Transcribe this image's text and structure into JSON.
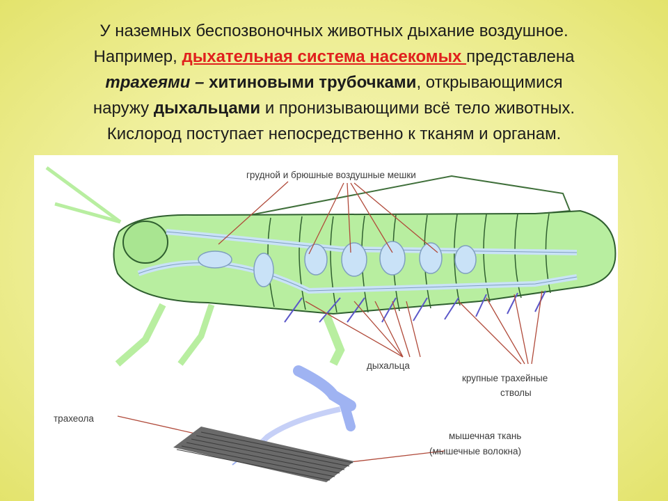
{
  "text": {
    "line1": "У наземных беспозвоночных животных дыхание воздушное.",
    "line2_prefix": "Например, ",
    "line2_highlight": "дыхательная система насекомых ",
    "line2_suffix": "представлена",
    "line3_italic": "трахеями – ",
    "line3_bold": "хитиновыми трубочками",
    "line3_suffix": ", открывающимися",
    "line4_prefix": "наружу ",
    "line4_bold": "дыхальцами",
    "line4_suffix": " и пронизывающими всё тело животных.",
    "line5": "Кислород поступает непосредственно к тканям и органам."
  },
  "figure": {
    "labels": {
      "air_sacs": "грудной и брюшные воздушные мешки",
      "spiracles": "дыхальца",
      "trunks_line1": "крупные трахейные",
      "trunks_line2": "стволы",
      "tracheole": "трахеола",
      "muscle_line1": "мышечная ткань",
      "muscle_line2": "(мышечные волокна)"
    }
  },
  "colors": {
    "highlight": "#e0201d",
    "body_fill": "#b8eea0",
    "trachea": "#c9e2f7",
    "leader": "#b04a3a"
  }
}
